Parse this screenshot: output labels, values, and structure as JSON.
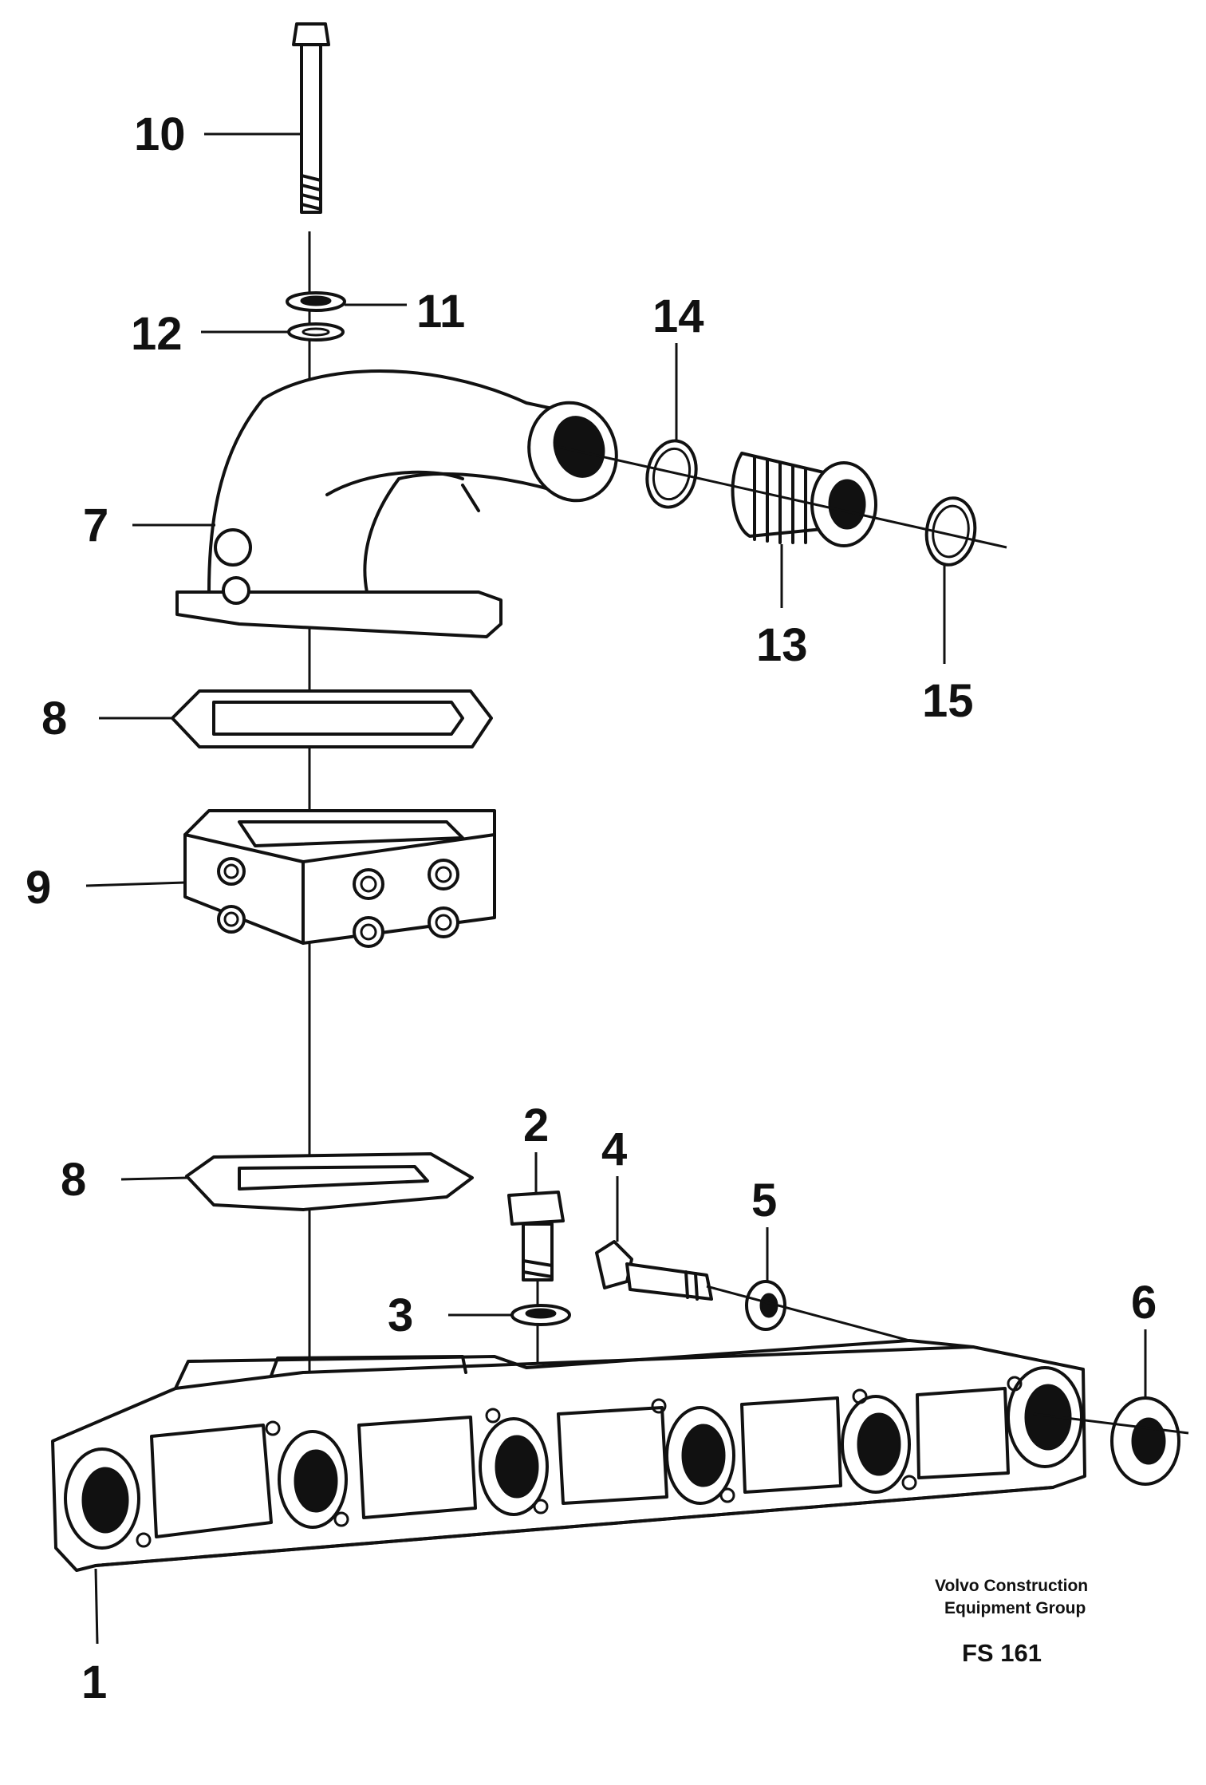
{
  "callouts": {
    "p1": "1",
    "p2": "2",
    "p3": "3",
    "p4": "4",
    "p5": "5",
    "p6": "6",
    "p7": "7",
    "p8_top": "8",
    "p8_bottom": "8",
    "p9": "9",
    "p10": "10",
    "p11": "11",
    "p12": "12",
    "p13": "13",
    "p14": "14",
    "p15": "15"
  },
  "credit": {
    "line1": "Volvo Construction",
    "line2": "Equipment Group",
    "code": "FS 161"
  }
}
